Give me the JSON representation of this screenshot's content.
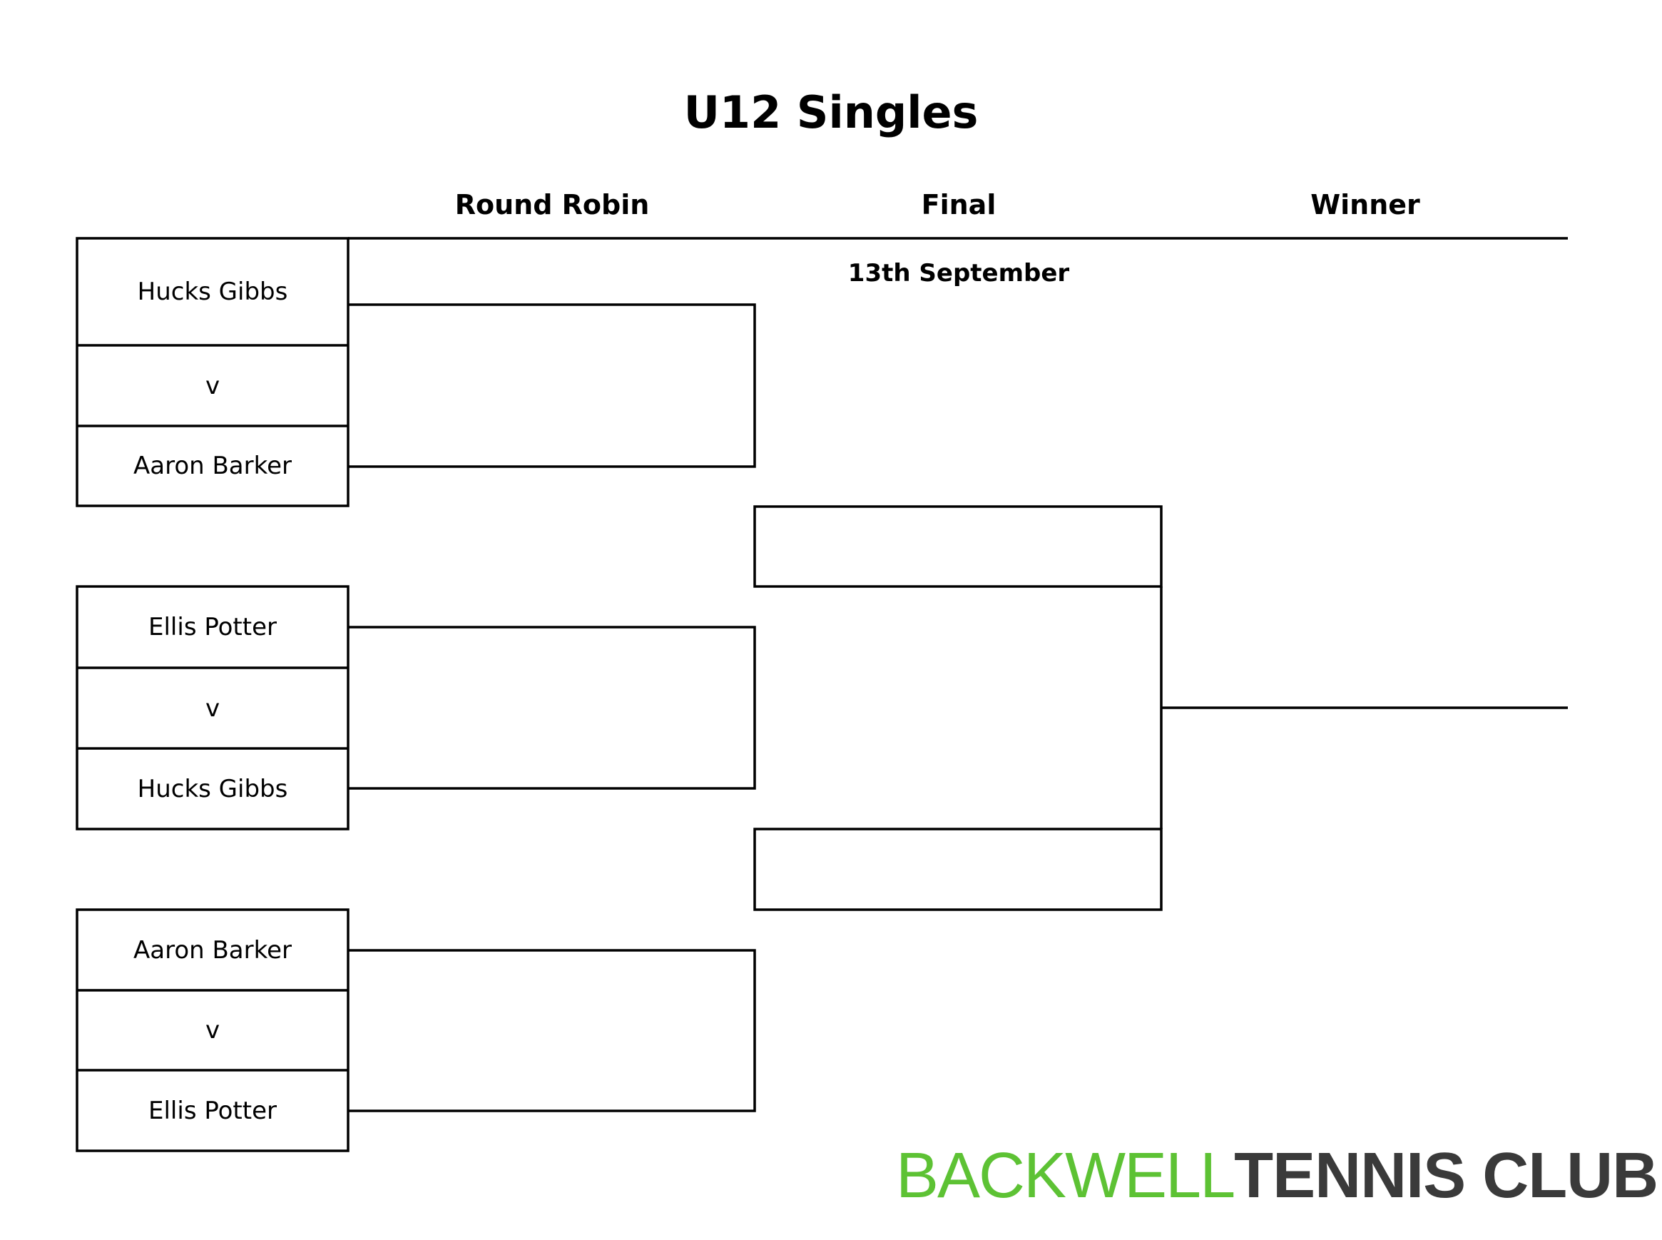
{
  "title": "U12 Singles",
  "columns": {
    "round_robin": "Round Robin",
    "final": "Final",
    "winner": "Winner"
  },
  "final_date": "13th September",
  "matches": [
    {
      "player1": "Hucks Gibbs",
      "vs": "v",
      "player2": "Aaron Barker"
    },
    {
      "player1": "Ellis Potter",
      "vs": "v",
      "player2": "Hucks Gibbs"
    },
    {
      "player1": "Aaron Barker",
      "vs": "v",
      "player2": "Ellis Potter"
    }
  ],
  "logo": {
    "part1": "BACKWELL",
    "part2": "TENNIS CLUB",
    "colors": {
      "green": "#5dc234",
      "dark": "#3a3a3a"
    },
    "icon": "tennis-ball-icon"
  }
}
